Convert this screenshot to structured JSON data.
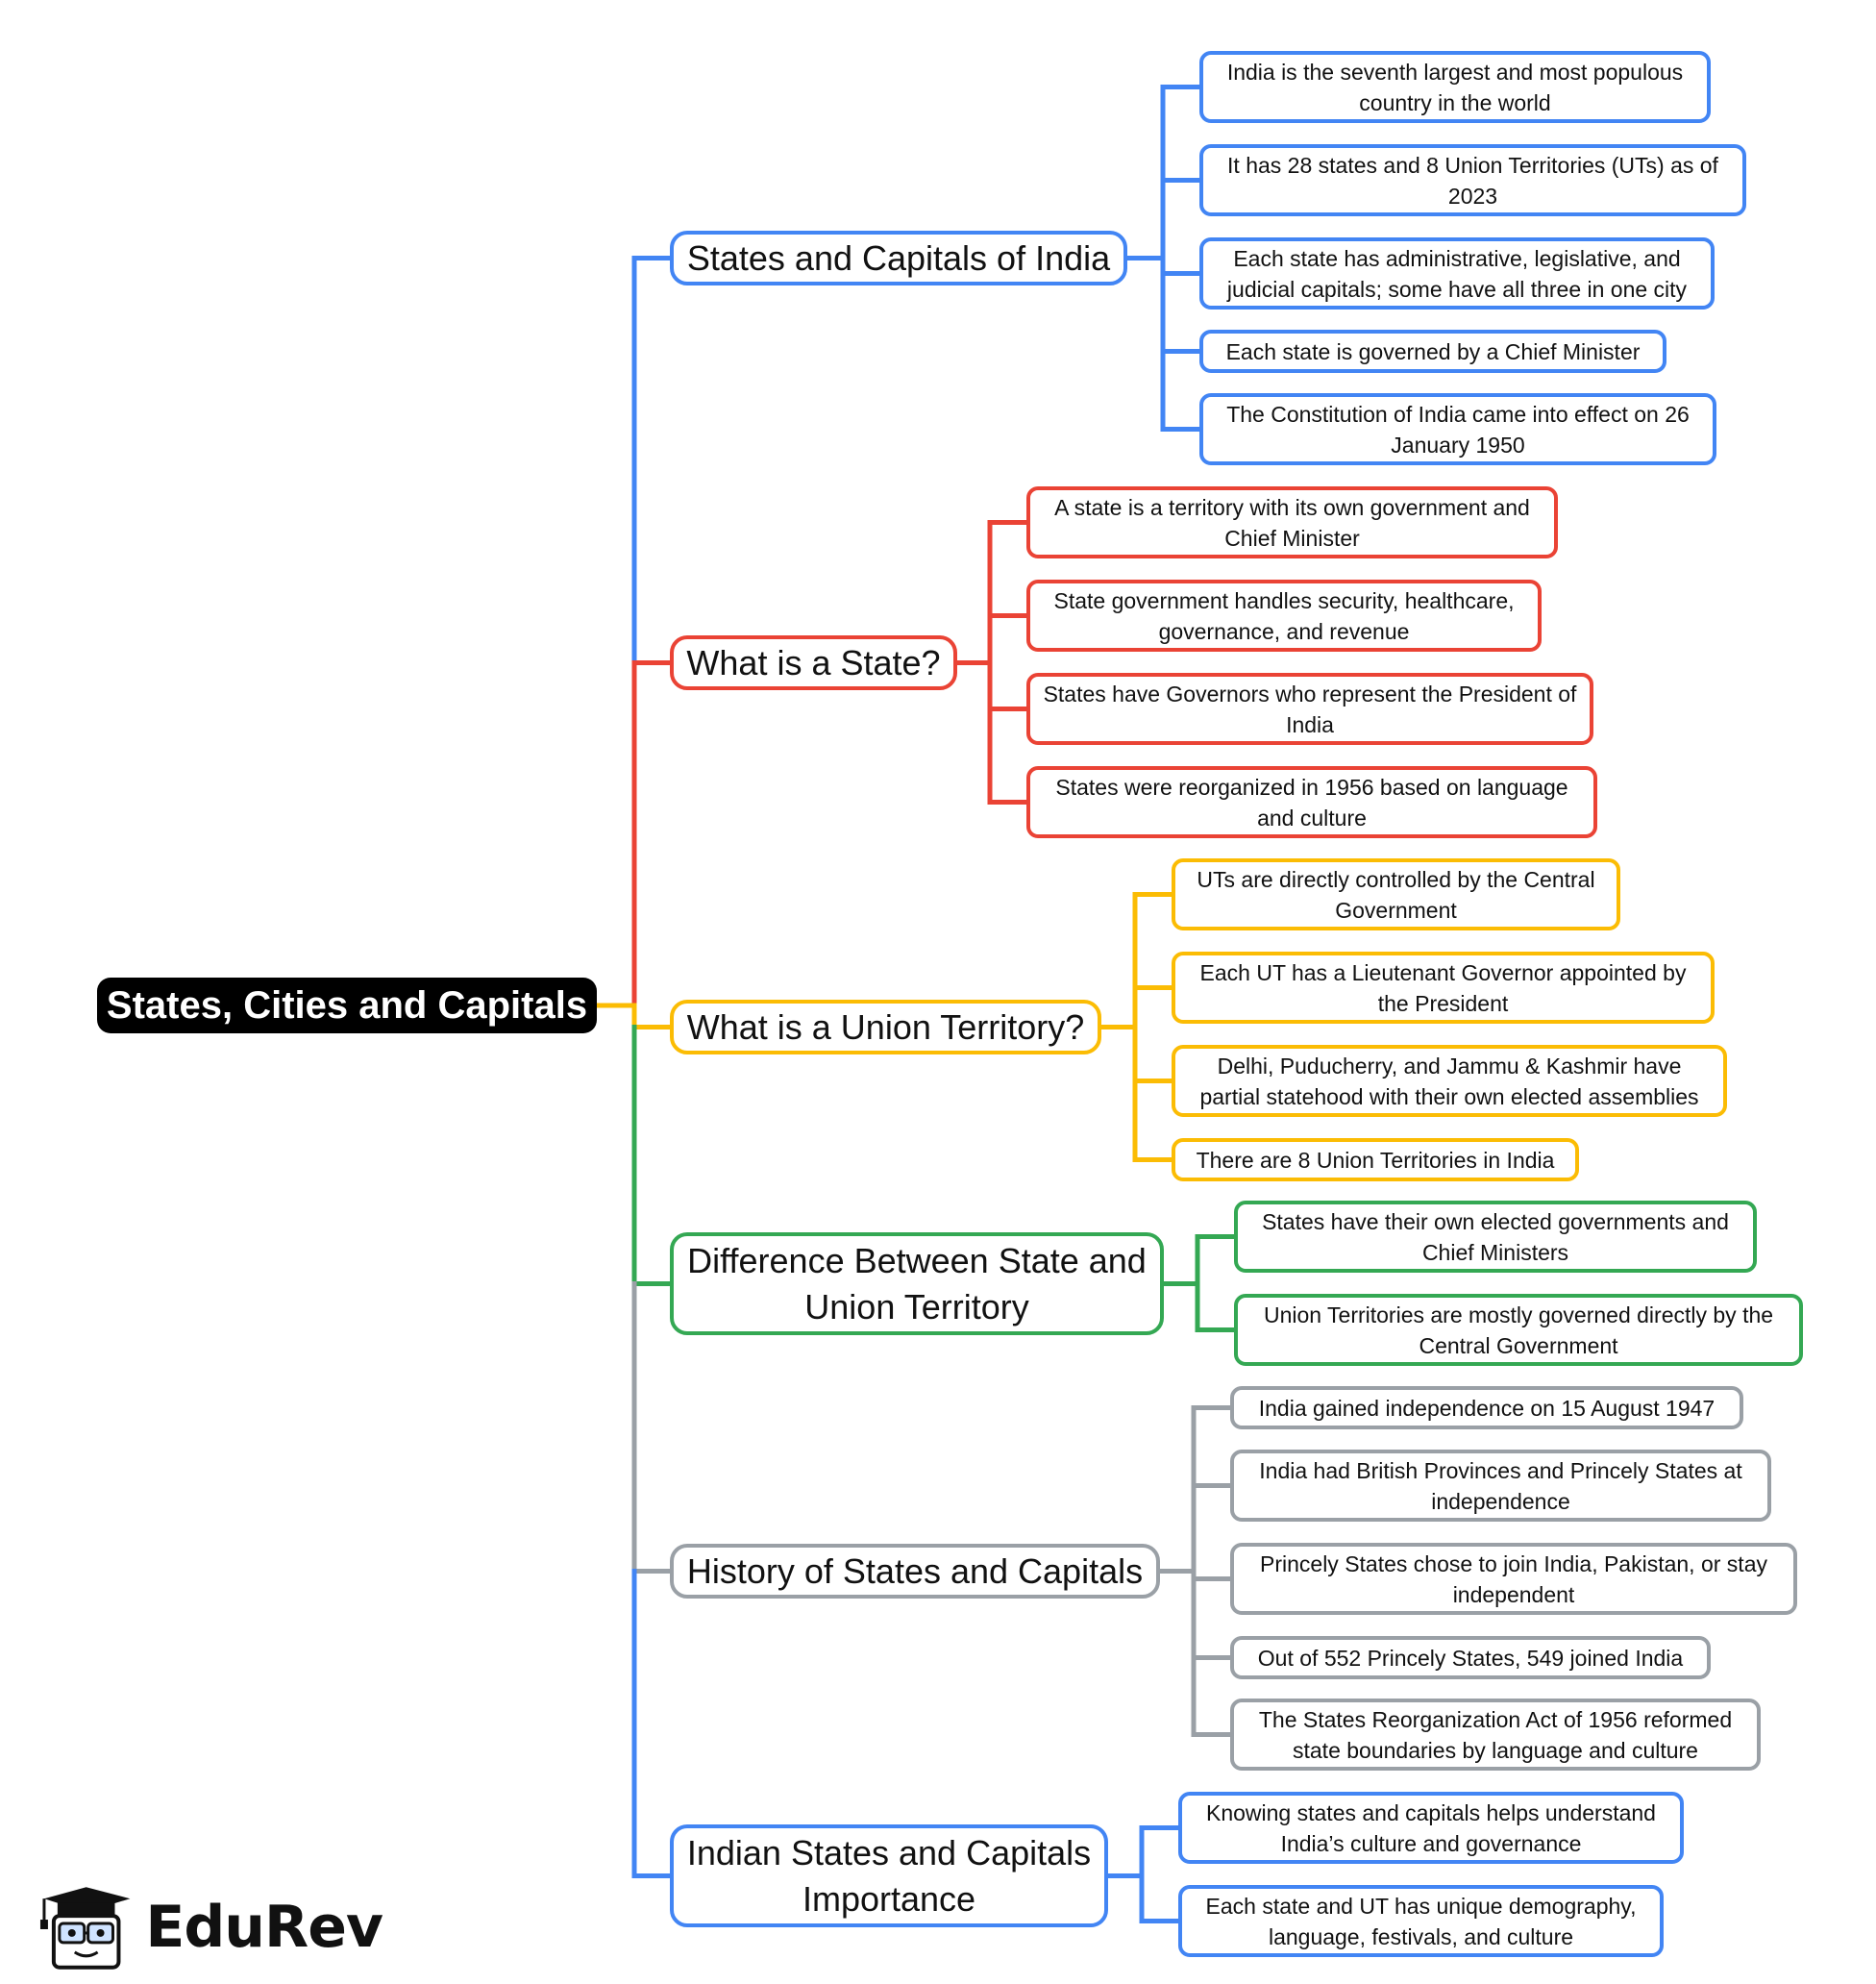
{
  "root": {
    "label": "States, Cities and Capitals"
  },
  "colors": {
    "blue": "#4285f4",
    "red": "#ea4335",
    "yellow": "#fbbc04",
    "green": "#34a853",
    "gray": "#9aa0a6"
  },
  "branches": [
    {
      "label": "States and Capitals of India",
      "color": "#4285f4",
      "children": [
        "India is the seventh largest and most populous country in the world",
        "It has 28 states and 8 Union Territories (UTs) as of 2023",
        "Each state has administrative, legislative, and judicial capitals; some have all three in one city",
        "Each state is governed by a Chief Minister",
        "The Constitution of India came into effect on 26 January 1950"
      ]
    },
    {
      "label": "What is a State?",
      "color": "#ea4335",
      "children": [
        "A state is a territory with its own government and Chief Minister",
        "State government handles security, healthcare, governance, and revenue",
        "States have Governors who represent the President of India",
        "States were reorganized in 1956 based on language and culture"
      ]
    },
    {
      "label": "What is a Union Territory?",
      "color": "#fbbc04",
      "children": [
        "UTs are directly controlled by the Central Government",
        "Each UT has a Lieutenant Governor appointed by the President",
        "Delhi, Puducherry, and Jammu & Kashmir have partial statehood with their own elected assemblies",
        "There are 8 Union Territories in India"
      ]
    },
    {
      "label": "Difference Between State and Union Territory",
      "color": "#34a853",
      "children": [
        "States have their own elected governments and Chief Ministers",
        "Union Territories are mostly governed directly by the Central Government"
      ]
    },
    {
      "label": "History of States and Capitals",
      "color": "#9aa0a6",
      "children": [
        "India gained independence on 15 August 1947",
        "India had British Provinces and Princely States at independence",
        "Princely States chose to join India, Pakistan, or stay independent",
        "Out of 552 Princely States, 549 joined India",
        "The States Reorganization Act of 1956 reformed state boundaries by language and culture"
      ]
    },
    {
      "label": "Indian States and Capitals Importance",
      "color": "#4285f4",
      "children": [
        "Knowing states and capitals helps understand India’s culture and governance",
        "Each state and UT has unique demography, language, festivals, and culture"
      ]
    }
  ],
  "logo": {
    "text": "EduRev",
    "icon": "graduation-cap-mascot-icon"
  }
}
